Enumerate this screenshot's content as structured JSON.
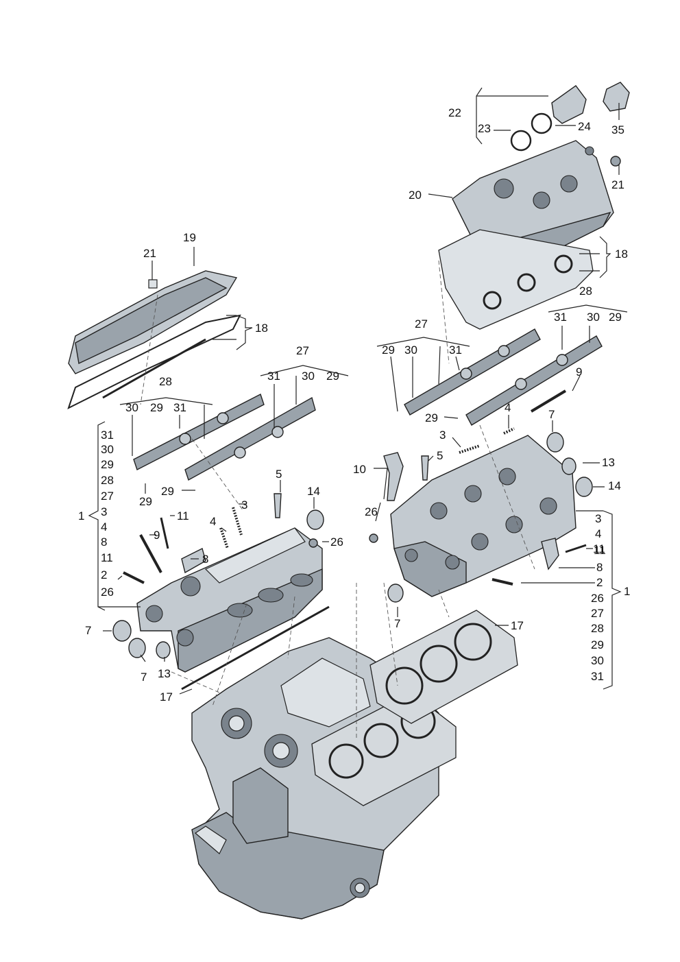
{
  "callouts": {
    "c22": "22",
    "c23": "23",
    "c24": "24",
    "c35": "35",
    "c21a": "21",
    "c20": "20",
    "c18a": "18",
    "c28a": "28",
    "c31a": "31",
    "c30a": "30",
    "c29a": "29",
    "c27a": "27",
    "c29b": "29",
    "c30b": "30",
    "c31b": "31",
    "c9a": "9",
    "c29c": "29",
    "c4a": "4",
    "c7a": "7",
    "c3a": "3",
    "c5a": "5",
    "c13a": "13",
    "c10": "10",
    "c14a": "14",
    "c26a": "26",
    "c7b": "7",
    "c17a": "17",
    "c19": "19",
    "c21b": "21",
    "c18b": "18",
    "c28b": "28",
    "c27b": "27",
    "c31c": "31",
    "c30c": "30",
    "c29d": "29",
    "c30d": "30",
    "c29e": "29",
    "c31d": "31",
    "c29f": "29",
    "c29g": "29",
    "c5b": "5",
    "c14b": "14",
    "c3b": "3",
    "c11a": "11",
    "c9b": "9",
    "c4b": "4",
    "c8a": "8",
    "c26b": "26",
    "c7c": "7",
    "c7d": "7",
    "c13b": "13",
    "c17b": "17",
    "c1a": "1",
    "c1b": "1"
  },
  "legend_left": [
    "31",
    "30",
    "29",
    "28",
    "27",
    "3",
    "4",
    "8",
    "11",
    "2",
    "26"
  ],
  "legend_right": [
    "3",
    "4",
    "11",
    "8",
    "2",
    "26",
    "27",
    "28",
    "29",
    "30",
    "31"
  ]
}
